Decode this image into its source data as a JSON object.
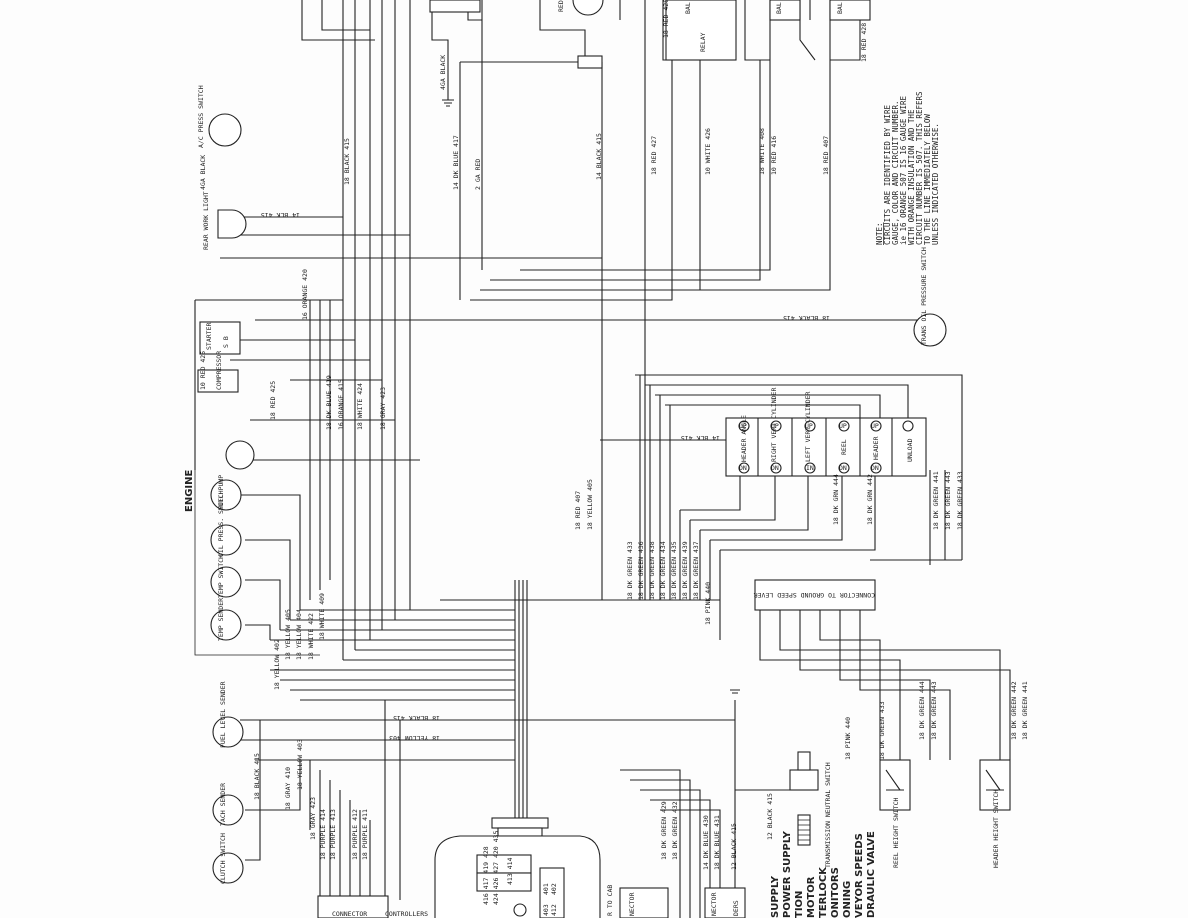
{
  "components": {
    "ac_press_switch": "A/C PRESS SWITCH",
    "rear_work_light": "REAR WORK LIGHT",
    "starter": "STARTER",
    "starter_pins": "S   B",
    "compressor": "COMPRESSOR",
    "engine": "ENGINE",
    "fuel_pump": "FUEL PUMP",
    "oil_press_switch": "OIL PRESS. SWITCH",
    "temp_switch": "TEMP SWITCH",
    "temp_sender": "TEMP SENDER",
    "fuel_level_sender": "FUEL LEVEL SENDER",
    "tach_sender": "TACH SENDER",
    "clutch_switch": "CLUTCH SWITCH",
    "controllers": "CONTROLLERS",
    "controller_connector": "CONNECTOR",
    "relay": "RELAY",
    "trans_oil_pressure_switch": "TRANS OIL PRESSURE SWITCH",
    "header_angle": "HEADER ANGLE",
    "right_vert_cylinder": "RIGHT VERT CYLINDER",
    "left_vert_cylinder": "LEFT VERT CYLINDER",
    "reel": "REEL",
    "header": "HEADER",
    "unload": "UNLOAD",
    "ground_speed_connector": "CONNECTOR TO GROUND SPEED LEVER",
    "transmission_neutral_switch": "TRANSMISSION NEUTRAL SWITCH",
    "reel_height_switch": "REEL HEIGHT SWITCH",
    "header_height_switch": "HEADER HEIGHT SWITCH",
    "top_red_light": "RED LI",
    "top_bal_1": "BAL",
    "top_bal_2": "BAL",
    "top_bal_3": "BAL",
    "to_cab": "R TO CAB",
    "nector_1": "NECTOR",
    "nector_2": "NECTOR",
    "ders": "DERS"
  },
  "wire_labels": {
    "w4ga_black_top": "4GA BLACK",
    "w4ga_black": "4GA BLACK",
    "w415_bk": "14 BLK 415",
    "w18_black_415_a": "18 BLACK 415",
    "w14_dk_blue_417": "14 DK BLUE 417",
    "w2ga_red": "2 GA RED",
    "w14_black_415": "14 BLACK 415",
    "w18_red_427": "18 RED 427",
    "w10_white_426": "10 WHITE 426",
    "w18_white_408": "18 WHITE 408",
    "w10_red_416": "10 RED 416",
    "w18_red_407_top": "18 RED 407",
    "w18_red_428": "18 RED 428",
    "w16_orange_420": "16 ORANGE 420",
    "w10_red_425": "10 RED 425",
    "w18_red_425": "18 RED 425",
    "w18_dk_blue_419": "18 DK BLUE 419",
    "w16_orange_415": "16 ORANGE 415",
    "w18_white_424": "18 WHITE 424",
    "w18_gray_423": "18 GRAY 423",
    "w18_black_415_trans": "18 BLACK 415",
    "w14_blk_415_mid": "14 BLK 415",
    "w18_red_407": "18 RED 407",
    "w18_yellow_405": "18 YELLOW 405",
    "w18_dk_green_433": "18 DK GREEN 433",
    "w18_dk_green_436": "18 DK GREEN 436",
    "w18_dk_green_438": "18 DK GREEN 438",
    "w18_dk_green_434": "18 DK GREEN 434",
    "w18_dk_green_435": "18 DK GREEN 435",
    "w18_dk_green_439": "18 DK GREEN 439",
    "w18_dk_green_437": "18 DK GREEN 437",
    "w18_pink_440": "18 PINK 440",
    "w18_dk_grn_444": "18 DK GRN 444",
    "w18_dk_grn_442": "18 DK GRN 442",
    "w18_dk_green_441": "18 DK GREEN 441",
    "w18_dk_green_443": "18 DK GREEN 443",
    "w18_dk_green_433b": "18 DK GREEN 433",
    "w18_yellow_402": "18 YELLOW 402",
    "w18_yellow_405b": "18 YELLOW 405",
    "w18_yellow_404": "18 YELLOW 404",
    "w18_white_422": "18 WHITE 422",
    "w18_white_409": "18 WHITE 409",
    "w18_black_415_fuel": "18 BLACK 415",
    "w18_yellow_403": "18 YELLOW 403",
    "w18_black_415_left": "18 BLACK 415",
    "w18_gray_410": "18 GRAY 410",
    "w18_yellow_403b": "18 YELLOW 403",
    "w18_gray_423b": "18 GRAY 423",
    "w18_purple_414": "18 PURPLE 414",
    "w18_purple_413": "18 PURPLE 413",
    "w18_purple_412": "18 PURPLE 412",
    "w18_purple_411": "18 PURPLE 411",
    "w18_dk_green_429": "18 DK GREEN 429",
    "w18_dk_green_432": "18 DK GREEN 432",
    "w14_dk_blue_430": "14 DK BLUE 430",
    "w18_dk_blue_431": "18 DK BLUE 431",
    "w12_black_415": "12 BLACK 415",
    "w12_black_415b": "12 BLACK 415",
    "w18_pink_440b": "18 PINK 440",
    "w18_dk_green_433c": "18 DK GREEN 433",
    "w18_dk_green_444": "18 DK GREEN 444",
    "w18_dk_green_443b": "18 DK GREEN 443",
    "w18_dk_green_442": "18 DK GREEN 442",
    "w18_dk_green_441b": "18 DK GREEN 441"
  },
  "switch_pins": {
    "in": "IN",
    "up": "UP",
    "dn": "DN"
  },
  "connector_pins": {
    "row1": "416 417 419 428",
    "row2": "424 426 427 420 435",
    "row3": "413 414",
    "side1": "401",
    "side2": "402",
    "side3": "403",
    "side4": "412"
  },
  "note": {
    "title": "NOTE:",
    "lines": [
      "CIRCUITS ARE IDENTIFIED BY WIRE",
      "GAUGE, COLOR AND CIRCUIT NUMBER.",
      "ie 16 ORANGE 507 IS 16 GAUGE WIRE",
      "WITH ORANGE INSULATION AND THE",
      "CIRCUIT NUMBER IS 507. THIS REFERS",
      "TO THE LINE IMMEDIATELY BELOW",
      "UNLESS INDICATED OTHERWISE."
    ]
  },
  "legend": {
    "lines": [
      "SUPPLY",
      "POWER SUPPLY",
      "TION",
      "MOTOR",
      "TERLOCK",
      "ONITORS",
      "ONING",
      "VEYOR SPEEDS",
      "DRAULIC VALVE"
    ]
  }
}
